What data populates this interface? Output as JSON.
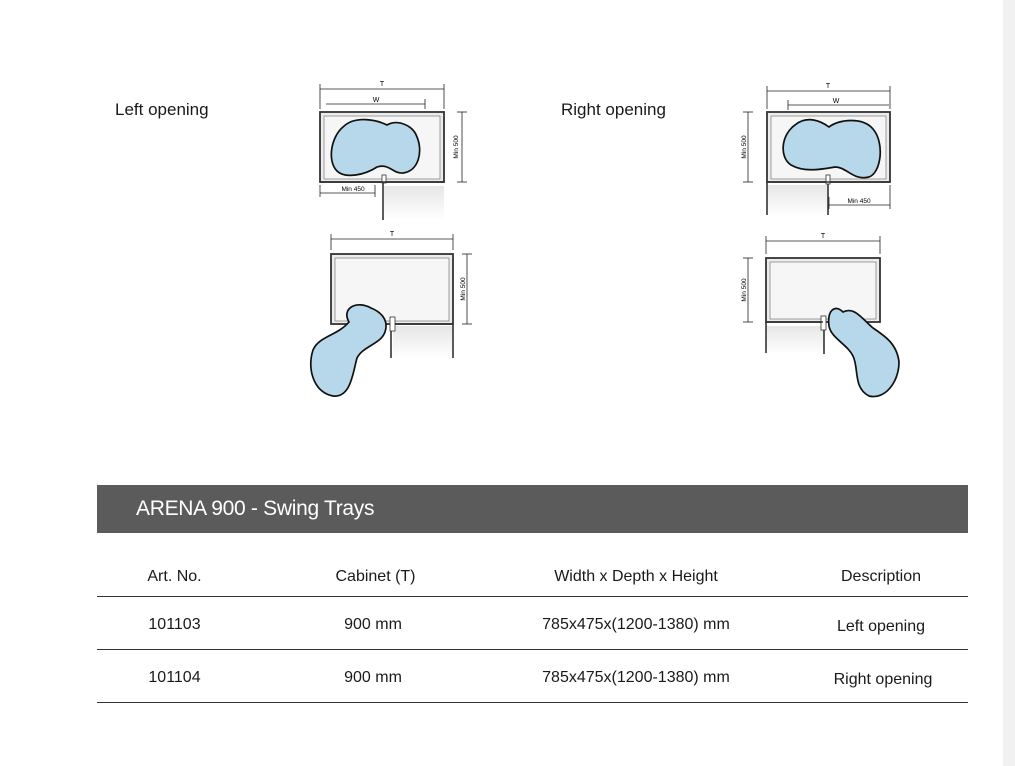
{
  "labels": {
    "left_opening": "Left opening",
    "right_opening": "Right opening"
  },
  "diagram_text": {
    "t": "T",
    "w": "W",
    "min500": "Min 500",
    "min450": "Min 450"
  },
  "banner": {
    "title": "ARENA 900 - Swing Trays"
  },
  "table": {
    "headers": [
      "Art. No.",
      "Cabinet (T)",
      "Width x Depth x Height",
      "Description"
    ],
    "rows": [
      [
        "101103",
        "900 mm",
        "785x475x(1200-1380) mm",
        "Left opening"
      ],
      [
        "101104",
        "900 mm",
        "785x475x(1200-1380) mm",
        "Right opening"
      ]
    ]
  },
  "colors": {
    "tray_fill": "#b7d7ea",
    "banner_bg": "#5b5b5b",
    "cabinet_fill": "#ececec"
  }
}
